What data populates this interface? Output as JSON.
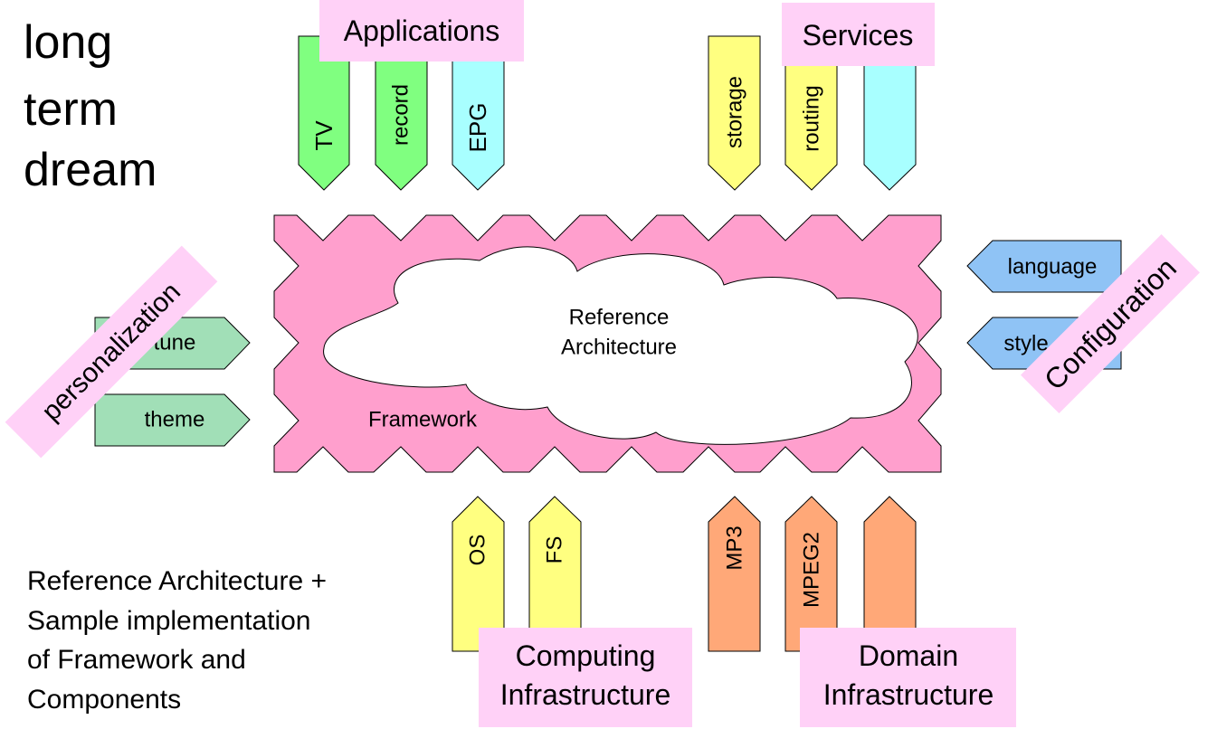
{
  "title": [
    "long",
    "term",
    "dream"
  ],
  "colors": {
    "framework": "#ff9fcd",
    "cloud": "#ffffff",
    "label_box": "#ffd1f7",
    "green": "#80ff80",
    "cyan": "#a8ffff",
    "yellow": "#ffff80",
    "orange": "#ffa878",
    "mint": "#a1dfb7",
    "blue": "#8fc3f5"
  },
  "framework": {
    "label": "Framework"
  },
  "cloud": {
    "label_line1": "Reference",
    "label_line2": "Architecture"
  },
  "groups": {
    "applications": {
      "label": "Applications",
      "items": [
        "TV",
        "record",
        "EPG"
      ]
    },
    "services": {
      "label": "Services",
      "items": [
        "storage",
        "routing",
        ""
      ]
    },
    "computing_infrastructure": {
      "label_line1": "Computing",
      "label_line2": "Infrastructure",
      "items": [
        "OS",
        "FS"
      ]
    },
    "domain_infrastructure": {
      "label_line1": "Domain",
      "label_line2": "Infrastructure",
      "items": [
        "MP3",
        "MPEG2",
        ""
      ]
    },
    "personalization": {
      "label": "personalization",
      "items": [
        "tune",
        "theme"
      ]
    },
    "configuration": {
      "label": "Configuration",
      "items": [
        "language",
        "style"
      ]
    }
  },
  "caption": [
    "Reference Architecture +",
    "Sample implementation",
    "of Framework and",
    "Components"
  ]
}
